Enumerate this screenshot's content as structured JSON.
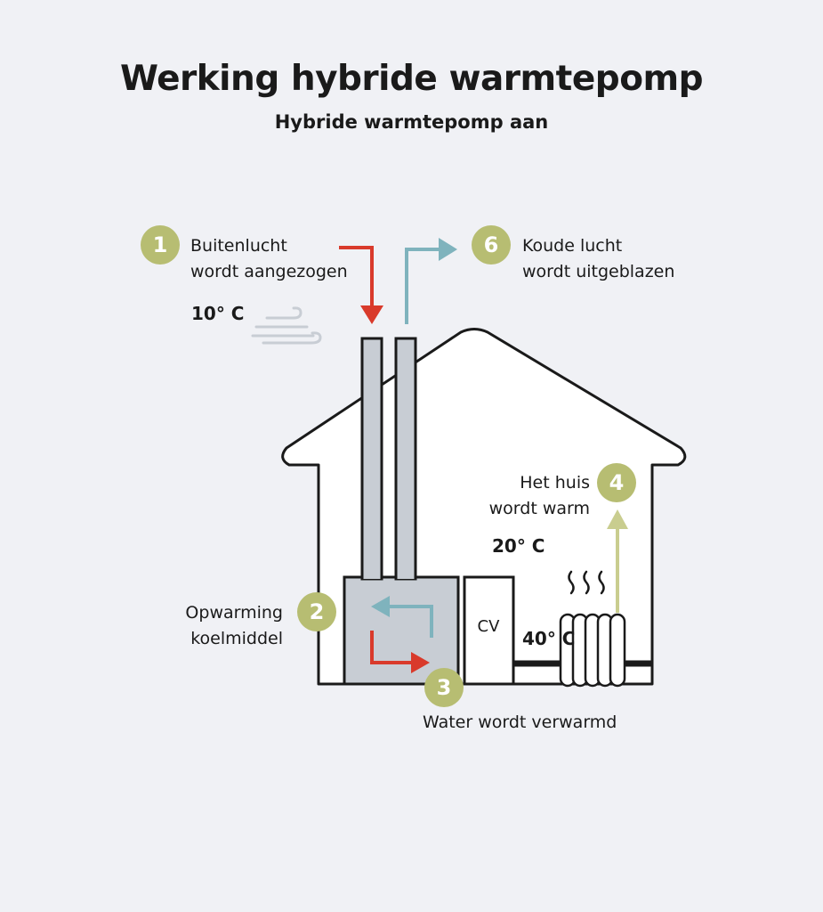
{
  "title": "Werking hybride warmtepomp",
  "subtitle": "Hybride warmtepomp aan",
  "steps": [
    {
      "number": "1",
      "line1": "Buitenlucht",
      "line2": "wordt aangezogen"
    },
    {
      "number": "2",
      "line1": "Opwarming",
      "line2": "koelmiddel"
    },
    {
      "number": "3",
      "line1": "Water wordt verwarmd"
    },
    {
      "number": "4",
      "line1": "Het huis",
      "line2": "wordt warm"
    },
    {
      "number": "6",
      "line1": "Koude lucht",
      "line2": "wordt uitgeblazen"
    }
  ],
  "temperatures": {
    "outside": "10° C",
    "house": "20° C",
    "radiator": "40° C"
  },
  "cv_label": "CV",
  "colors": {
    "background": "#f0f1f5",
    "badge": "#b7bd72",
    "warm_arrow": "#d93a2b",
    "cold_arrow": "#7fb3bd",
    "heat_arrow": "#c9cd8f",
    "unit_fill": "#c8cdd4",
    "outline": "#1a1a1a",
    "wind": "#c8cdd4"
  }
}
